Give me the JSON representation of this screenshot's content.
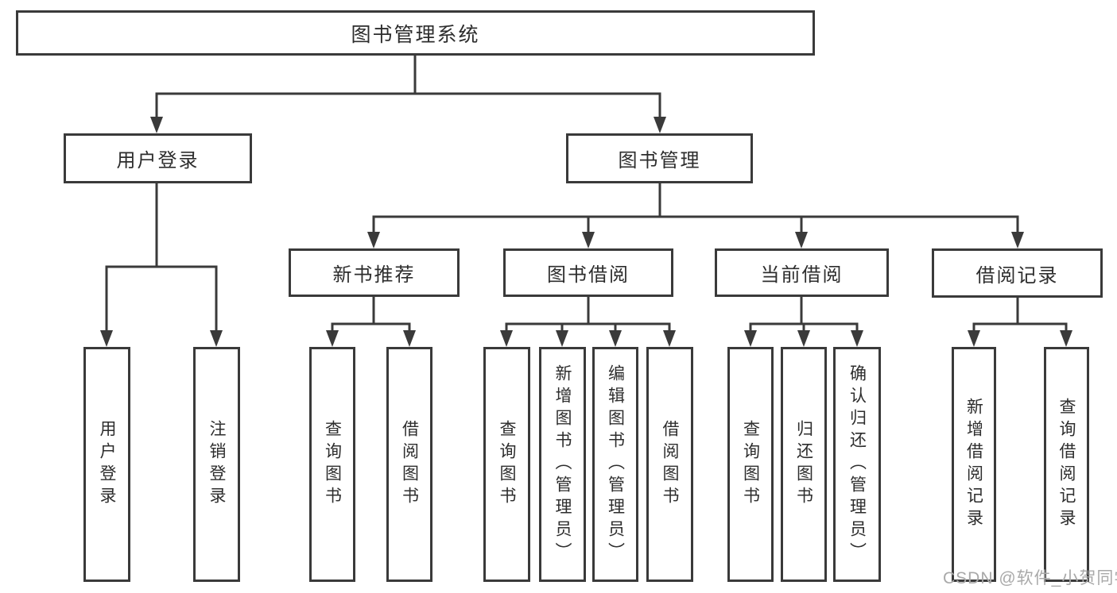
{
  "tree": {
    "root": "图书管理系统",
    "children": [
      {
        "label": "用户登录",
        "children": [
          "用户登录",
          "注销登录"
        ]
      },
      {
        "label": "图书管理",
        "children": [
          {
            "label": "新书推荐",
            "children": [
              "查询图书",
              "借阅图书"
            ]
          },
          {
            "label": "图书借阅",
            "children": [
              "查询图书",
              "新增图书（管理员）",
              "编辑图书（管理员）",
              "借阅图书"
            ]
          },
          {
            "label": "当前借阅",
            "children": [
              "查询图书",
              "归还图书",
              "确认归还（管理员）"
            ]
          },
          {
            "label": "借阅记录",
            "children": [
              "新增借阅记录",
              "查询借阅记录"
            ]
          }
        ]
      }
    ]
  },
  "watermark": "CSDN @软件_小贺同学",
  "colors": {
    "line": "#3a3a3a",
    "text": "#2d2d2d",
    "box_fill": "#ffffff",
    "background": "#ffffff",
    "watermark": "#a9a9a9"
  }
}
